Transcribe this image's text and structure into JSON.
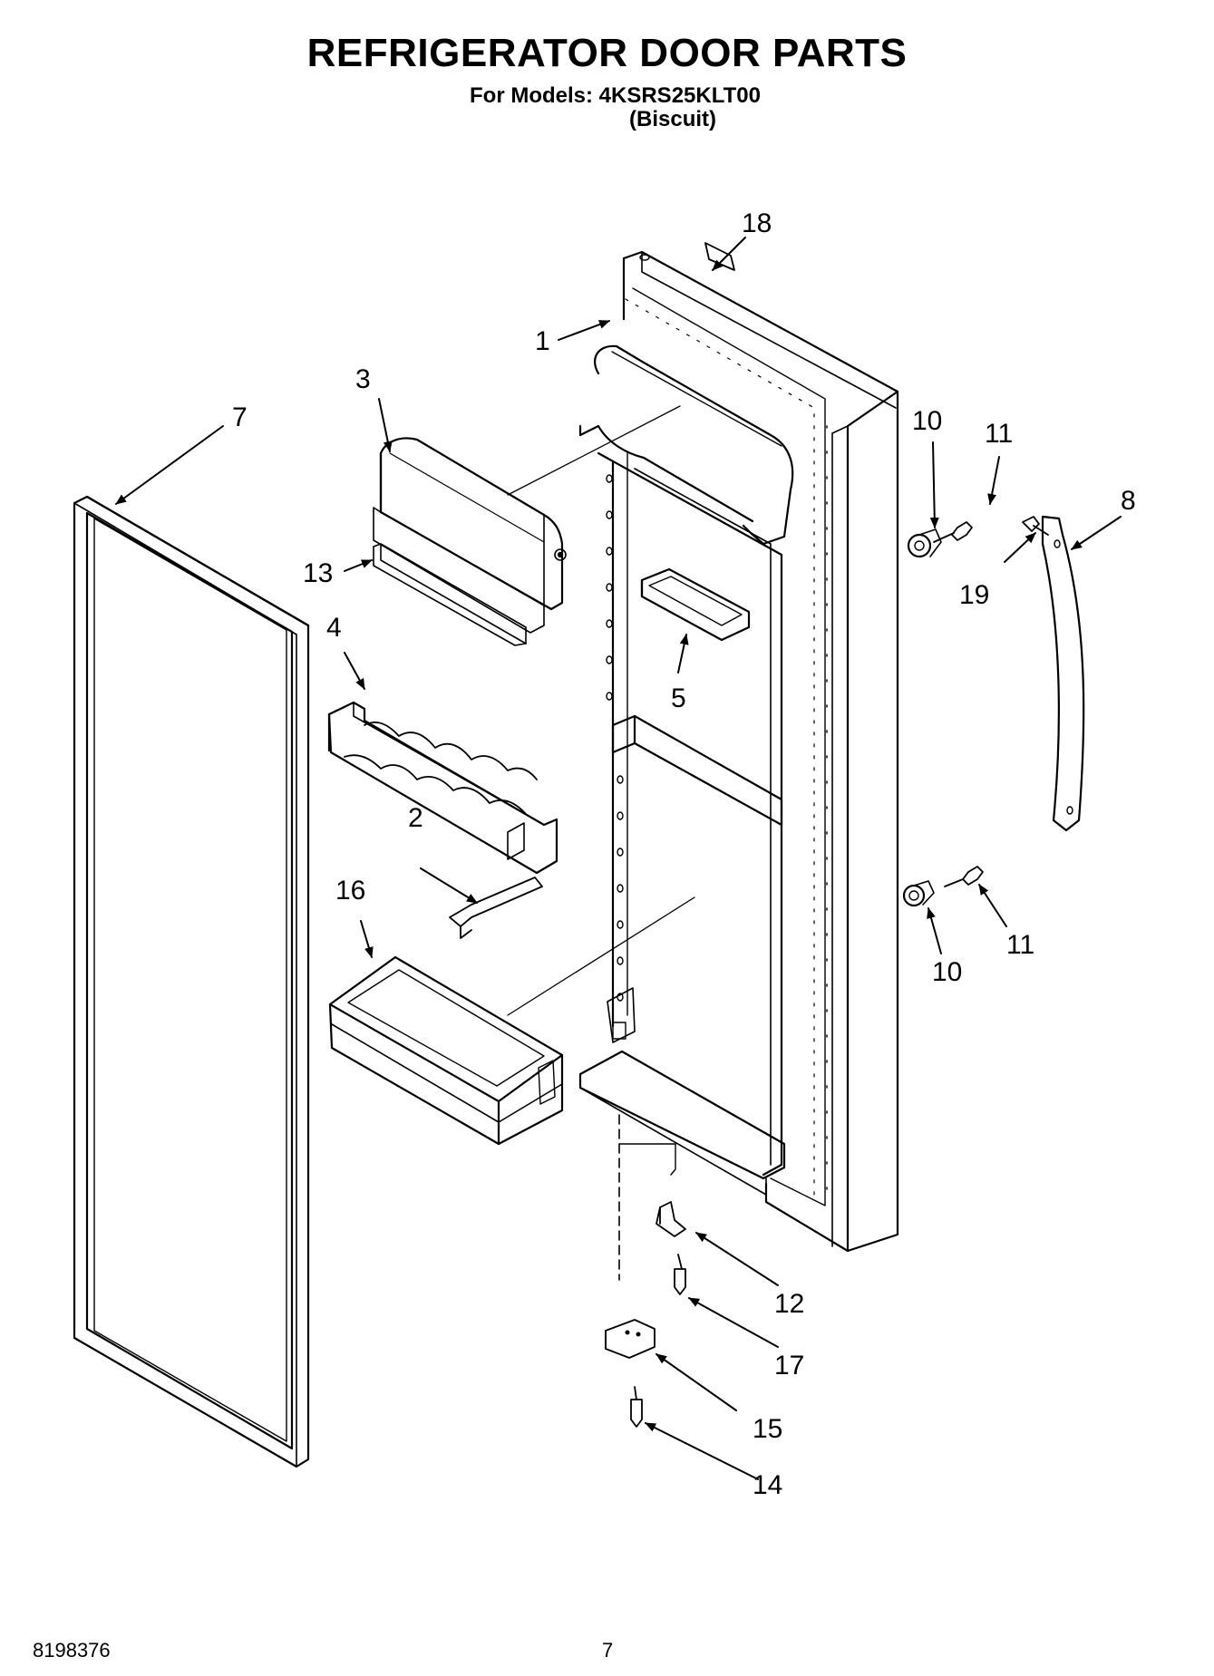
{
  "header": {
    "title": "REFRIGERATOR DOOR PARTS",
    "models_line": "For Models: 4KSRS25KLT00",
    "variant": "(Biscuit)"
  },
  "footer": {
    "doc_number": "8198376",
    "page_number": "7"
  },
  "callouts": {
    "c1": "1",
    "c2": "2",
    "c3": "3",
    "c4": "4",
    "c5": "5",
    "c7": "7",
    "c8": "8",
    "c10a": "10",
    "c10b": "10",
    "c11a": "11",
    "c11b": "11",
    "c12": "12",
    "c13": "13",
    "c14": "14",
    "c15": "15",
    "c16": "16",
    "c17": "17",
    "c18": "18",
    "c19": "19"
  },
  "colors": {
    "line": "#000000",
    "paper": "#ffffff"
  }
}
